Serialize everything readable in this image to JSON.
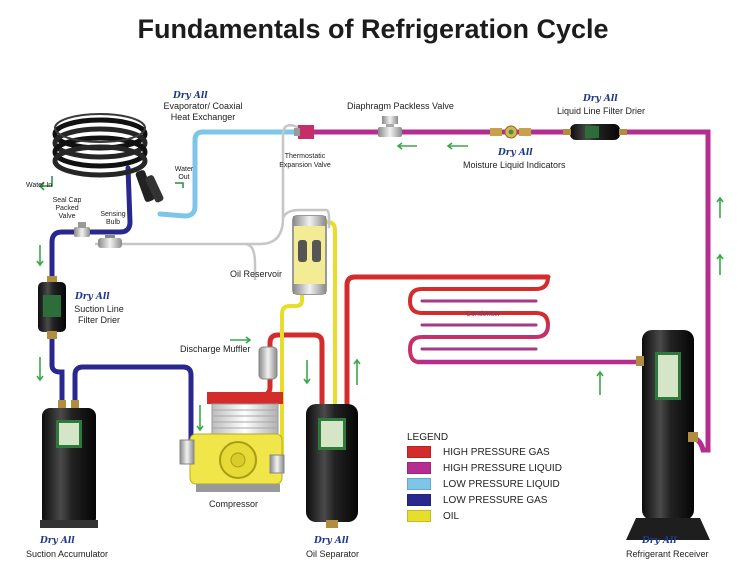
{
  "title": "Fundamentals of Refrigeration Cycle",
  "brand": "Dry All",
  "colors": {
    "high_pressure_gas": "#d42b2b",
    "high_pressure_liquid": "#b52d8f",
    "low_pressure_liquid": "#7dc6e8",
    "low_pressure_gas": "#28288f",
    "oil": "#e8dd2a"
  },
  "labels": {
    "evaporator": "Evaporator/ Coaxial\nHeat Exchanger",
    "diaphragm_valve": "Diaphragm Packless Valve",
    "liquid_line_filter": "Liquid Line Filter Drier",
    "moisture_indicators": "Moisture Liquid Indicators",
    "expansion_valve": "Thermostatic\nExpansion Valve",
    "water_in": "Water In",
    "water_out": "Water\nOut",
    "seal_cap_valve": "Seal Cap\nPacked\nValve",
    "sensing_bulb": "Sensing\nBulb",
    "oil_reservoir": "Oil Reservoir",
    "suction_filter": "Suction Line\nFilter Drier",
    "discharge_muffler": "Discharge Muffler",
    "condenser": "Condenser",
    "compressor": "Compressor",
    "suction_accumulator": "Suction Accumulator",
    "oil_separator": "Oil Separator",
    "refrigerant_receiver": "Refrigerant Receiver"
  },
  "legend": {
    "title": "LEGEND",
    "items": [
      {
        "label": "HIGH PRESSURE GAS",
        "color": "#d42b2b"
      },
      {
        "label": "HIGH PRESSURE LIQUID",
        "color": "#b52d8f"
      },
      {
        "label": "LOW PRESSURE LIQUID",
        "color": "#7dc6e8"
      },
      {
        "label": "LOW PRESSURE GAS",
        "color": "#28288f"
      },
      {
        "label": "OIL",
        "color": "#e8dd2a"
      }
    ]
  }
}
